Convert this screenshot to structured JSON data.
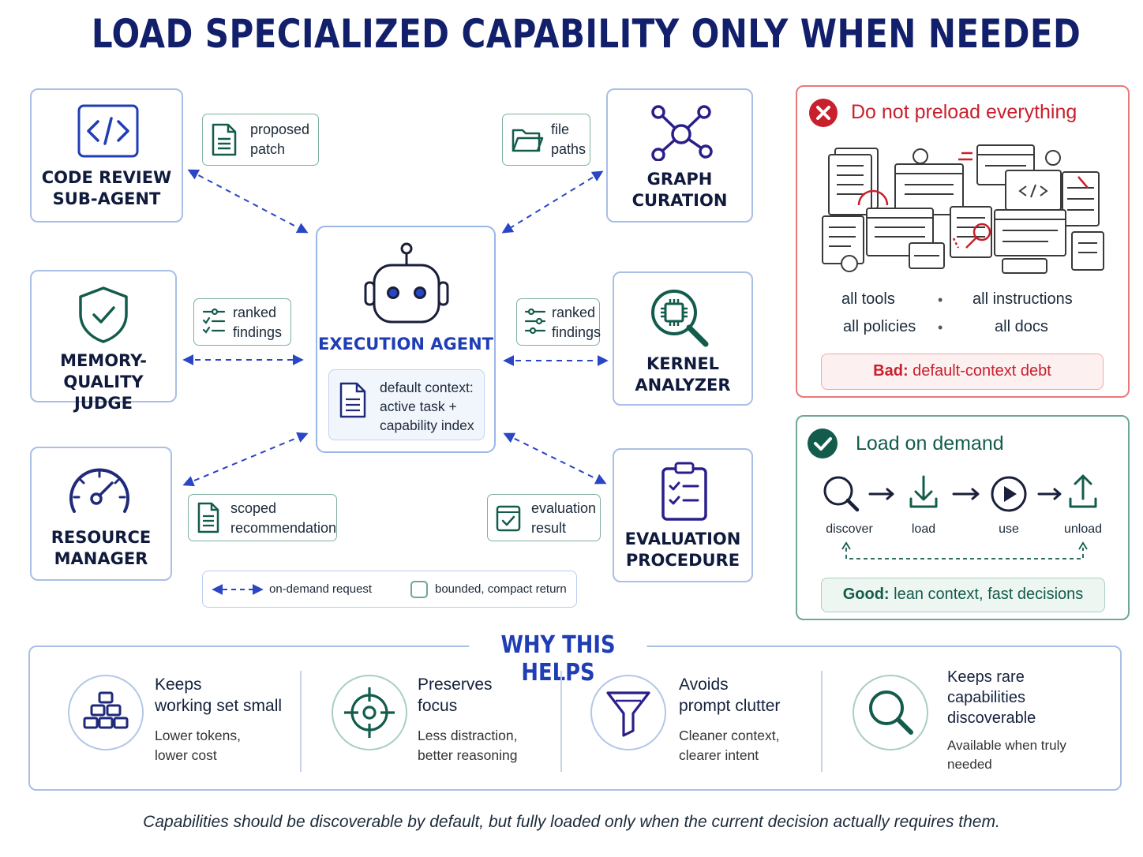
{
  "title": "LOAD SPECIALIZED CAPABILITY ONLY WHEN NEEDED",
  "agents": {
    "code_review": "CODE REVIEW\nSUB-AGENT",
    "memory_quality": "MEMORY-QUALITY\nJUDGE",
    "resource_manager": "RESOURCE\nMANAGER",
    "graph_curation": "GRAPH\nCURATION",
    "kernel_analyzer": "KERNEL\nANALYZER",
    "evaluation_procedure": "EVALUATION\nPROCEDURE"
  },
  "messages": {
    "proposed_patch": "proposed\npatch",
    "ranked_findings_left": "ranked\nfindings",
    "scoped_recommendation": "scoped\nrecommendation",
    "file_paths": "file\npaths",
    "ranked_findings_right": "ranked\nfindings",
    "evaluation_result": "evaluation\nresult"
  },
  "center": {
    "label": "EXECUTION AGENT",
    "context": "default context:\nactive task +\ncapability index"
  },
  "legend": {
    "request": "on-demand request",
    "return": "bounded, compact return"
  },
  "bad_panel": {
    "title": "Do not preload everything",
    "items": [
      "all tools",
      "all instructions",
      "all policies",
      "all docs"
    ],
    "bar_strong": "Bad:",
    "bar_text": " default-context debt"
  },
  "good_panel": {
    "title": "Load on demand",
    "steps": [
      "discover",
      "load",
      "use",
      "unload"
    ],
    "bar_strong": "Good:",
    "bar_text": " lean context, fast decisions"
  },
  "why": {
    "title": "WHY THIS HELPS",
    "items": [
      {
        "head": "Keeps\nworking set small",
        "sub": "Lower tokens,\nlower cost",
        "icon": "blocks-icon"
      },
      {
        "head": "Preserves\nfocus",
        "sub": "Less distraction,\nbetter reasoning",
        "icon": "target-icon"
      },
      {
        "head": "Avoids\nprompt clutter",
        "sub": "Cleaner context,\nclearer intent",
        "icon": "funnel-icon"
      },
      {
        "head": "Keeps rare\ncapabilities\ndiscoverable",
        "sub": "Available when truly\nneeded",
        "icon": "search-icon"
      }
    ]
  },
  "footer": "Capabilities should be discoverable by default, but fully loaded only when the current decision actually requires them.",
  "colors": {
    "navy": "#12206b",
    "blue": "#1f3db5",
    "teal": "#135c4c",
    "red": "#c8202c",
    "arrow": "#2a46c4"
  }
}
